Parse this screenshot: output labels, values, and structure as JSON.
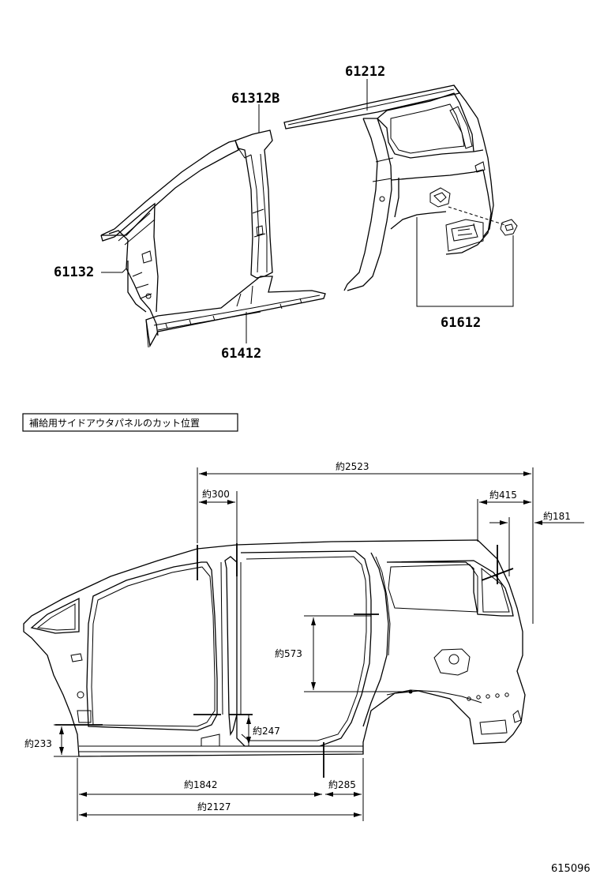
{
  "part_labels": {
    "roof_side_rail": "61212",
    "center_pillar": "61312B",
    "front_pillar": "61132",
    "rocker": "61412",
    "quarter_panel": "61612"
  },
  "cut_position_title": "補給用サイドアウタパネルのカット位置",
  "dimensions": {
    "overall_length": "約2523",
    "front_cut_offset": "約300",
    "rear_cut_offset": "約415",
    "rear_edge_offset": "約181",
    "window_height": "約573",
    "center_bottom_height": "約247",
    "front_bottom_height": "約233",
    "length_to_rear_cut": "約1842",
    "rear_cut_width": "約285",
    "overall_bottom_length": "約2127"
  },
  "figure_number": "615096"
}
